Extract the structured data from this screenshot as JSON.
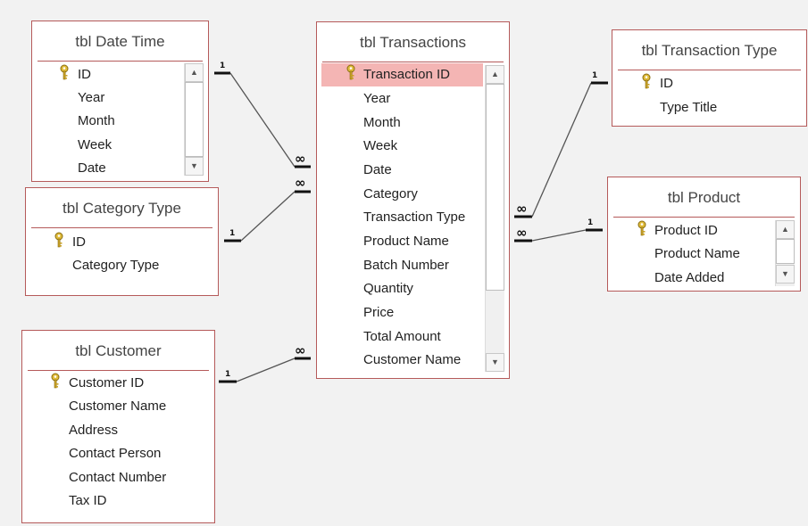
{
  "tables": {
    "date_time": {
      "title": "tbl Date Time",
      "fields": [
        "ID",
        "Year",
        "Month",
        "Week",
        "Date"
      ]
    },
    "category_type": {
      "title": "tbl Category Type",
      "fields": [
        "ID",
        "Category Type"
      ]
    },
    "customer": {
      "title": "tbl Customer",
      "fields": [
        "Customer ID",
        "Customer Name",
        "Address",
        "Contact Person",
        "Contact Number",
        "Tax ID"
      ]
    },
    "transactions": {
      "title": "tbl Transactions",
      "fields": [
        "Transaction ID",
        "Year",
        "Month",
        "Week",
        "Date",
        "Category",
        "Transaction Type",
        "Product Name",
        "Batch Number",
        "Quantity",
        "Price",
        "Total Amount",
        "Customer Name"
      ]
    },
    "transaction_type": {
      "title": "tbl Transaction Type",
      "fields": [
        "ID",
        "Type Title"
      ]
    },
    "product": {
      "title": "tbl Product",
      "fields": [
        "Product ID",
        "Product Name",
        "Date Added"
      ]
    }
  },
  "relationships": {
    "one_symbol": "1",
    "many_symbol": "∞"
  },
  "colors": {
    "table_border": "#b55a5a",
    "selected_row": "#f4b5b4",
    "background": "#f2f2f2",
    "key_icon": "#c9a227"
  },
  "icons": {
    "primary_key": "key-icon",
    "scroll_up": "scroll-up-arrow-icon",
    "scroll_down": "scroll-down-arrow-icon"
  }
}
